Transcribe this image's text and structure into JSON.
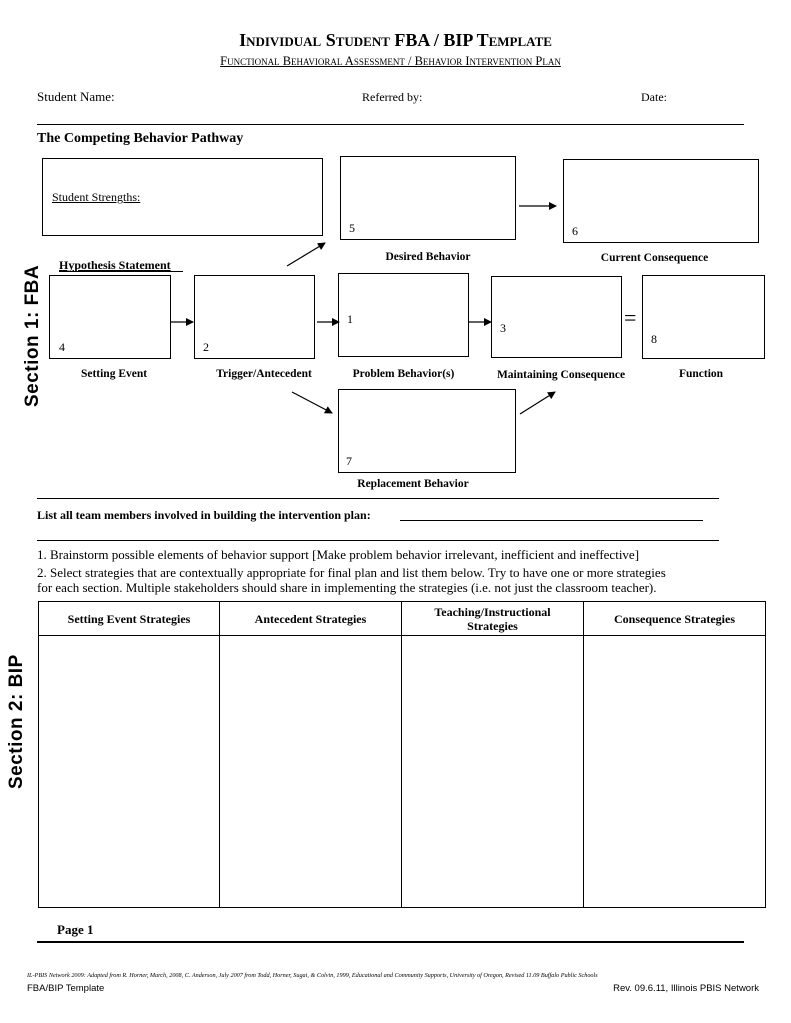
{
  "header": {
    "title": "Individual Student FBA / BIP Template",
    "subtitle": "Functional Behavioral  Assessment / Behavior Intervention Plan"
  },
  "info": {
    "student_name": "Student Name:",
    "referred_by": "Referred by:",
    "date": "Date:"
  },
  "pathway": {
    "title": "The Competing Behavior Pathway",
    "student_strengths": "Student Strengths:",
    "hypothesis": "Hypothesis Statement",
    "boxes": {
      "desired": {
        "num": "5",
        "label": "Desired Behavior"
      },
      "current": {
        "num": "6",
        "label": "Current Consequence"
      },
      "setting": {
        "num": "4",
        "label": "Setting Event"
      },
      "trigger": {
        "num": "2",
        "label": "Trigger/Antecedent"
      },
      "problem": {
        "num": "1",
        "label": "Problem Behavior(s)"
      },
      "maintaining": {
        "num": "3",
        "label": "Maintaining Consequence"
      },
      "function": {
        "num": "8",
        "label": "Function"
      },
      "replacement": {
        "num": "7",
        "label": "Replacement Behavior"
      }
    },
    "equals": "="
  },
  "sections": {
    "fba": "Section 1: FBA",
    "bip": "Section 2: BIP"
  },
  "team": {
    "label": "List all team members involved in building the intervention plan:"
  },
  "instructions": {
    "line1": "1. Brainstorm possible elements of behavior support [Make problem behavior irrelevant, inefficient and ineffective]",
    "line2": "2. Select strategies that are contextually appropriate for final plan and list them below. Try to have one or more strategies",
    "line3": "for each section. Multiple stakeholders should share in implementing the strategies (i.e. not just the classroom teacher)."
  },
  "strategies": {
    "headers": [
      "Setting Event Strategies",
      "Antecedent Strategies",
      "Teaching/Instructional Strategies",
      "Consequence Strategies"
    ]
  },
  "footer": {
    "page": "Page 1",
    "credit": "IL-PBIS Network 2009: Adapted from R. Horner, March, 2008, C. Anderson, July 2007 from Todd, Horner, Sugai, & Colvin, 1999, Educational and Community Supports, University of Oregon, Revised 11.09 Buffalo Public Schools",
    "left": "FBA/BIP Template",
    "right": "Rev. 09.6.11, Illinois PBIS Network"
  }
}
